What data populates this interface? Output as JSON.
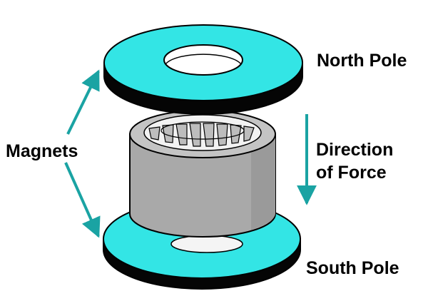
{
  "labels": {
    "north_pole": "North Pole",
    "south_pole": "South Pole",
    "magnets": "Magnets",
    "direction_line1": "Direction",
    "direction_line2": "of Force"
  },
  "colors": {
    "magnet_face": "#33e5e5",
    "arrow": "#1aa3a3",
    "cylinder": "#a9a9a9",
    "hub": "#f2f2f2",
    "background": "#ffffff"
  }
}
